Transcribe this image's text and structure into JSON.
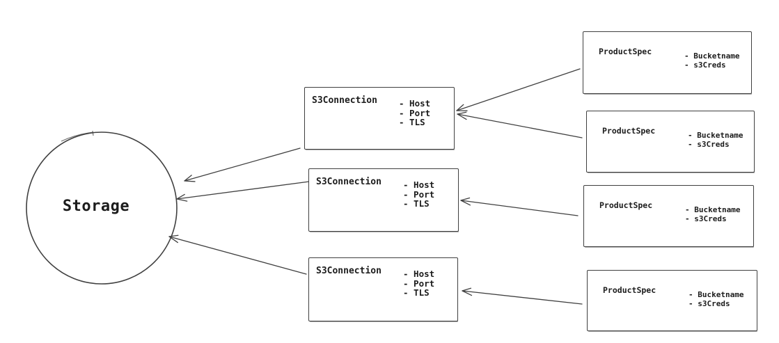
{
  "diagram": {
    "colors": {
      "stroke": "#3f3f3f",
      "text": "#1c1c1c",
      "bg": "#ffffff"
    },
    "storage": {
      "label": "Storage"
    },
    "s3connections": [
      {
        "id": "s3connection-1",
        "title": "S3Connection",
        "attributes": [
          "- Host",
          "- Port",
          "- TLS"
        ]
      },
      {
        "id": "s3connection-2",
        "title": "S3Connection",
        "attributes": [
          "- Host",
          "- Port",
          "- TLS"
        ]
      },
      {
        "id": "s3connection-3",
        "title": "S3Connection",
        "attributes": [
          "- Host",
          "- Port",
          "- TLS"
        ]
      }
    ],
    "productspecs": [
      {
        "id": "productspec-1",
        "title": "ProductSpec",
        "attributes": [
          "- Bucketname",
          "- s3Creds"
        ]
      },
      {
        "id": "productspec-2",
        "title": "ProductSpec",
        "attributes": [
          "- Bucketname",
          "- s3Creds"
        ]
      },
      {
        "id": "productspec-3",
        "title": "ProductSpec",
        "attributes": [
          "- Bucketname",
          "- s3Creds"
        ]
      },
      {
        "id": "productspec-4",
        "title": "ProductSpec",
        "attributes": [
          "- Bucketname",
          "- s3Creds"
        ]
      }
    ],
    "edges": [
      {
        "from": "productspec-1",
        "to": "s3connection-1"
      },
      {
        "from": "productspec-2",
        "to": "s3connection-1"
      },
      {
        "from": "productspec-3",
        "to": "s3connection-2"
      },
      {
        "from": "productspec-4",
        "to": "s3connection-3"
      },
      {
        "from": "s3connection-1",
        "to": "storage"
      },
      {
        "from": "s3connection-2",
        "to": "storage"
      },
      {
        "from": "s3connection-3",
        "to": "storage"
      }
    ]
  }
}
